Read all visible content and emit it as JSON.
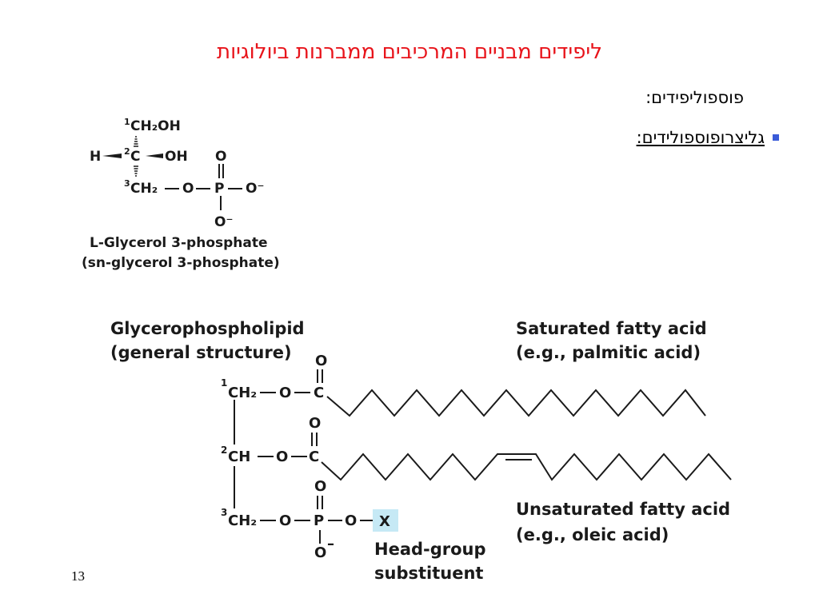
{
  "slide": {
    "title": "ליפידים מבניים המרכיבים ממברנות ביולוגיות",
    "heading": "פוספוליפידים:",
    "bullet": "גליצרופוספולידים:",
    "page_number": "13"
  },
  "glycerol_phosphate": {
    "c1_num": "1",
    "c1": "CH₂OH",
    "h": "H",
    "c2_num": "2",
    "c2": "C",
    "oh": "OH",
    "c3_num": "3",
    "c3": "CH₂",
    "o_link": "O",
    "p": "P",
    "o_minus_right": "O⁻",
    "o_top": "O",
    "o_bottom": "O⁻",
    "name_line1": "L-Glycerol 3-phosphate",
    "name_line2": "(sn-glycerol 3-phosphate)"
  },
  "glycerophospholipid": {
    "label_line1": "Glycerophospholipid",
    "label_line2": "(general structure)",
    "saturated_line1": "Saturated fatty acid",
    "saturated_line2": "(e.g., palmitic acid)",
    "unsaturated_line1": "Unsaturated fatty acid",
    "unsaturated_line2": "(e.g., oleic acid)",
    "headgroup_line1": "Head-group",
    "headgroup_line2": "substituent",
    "row1": {
      "num": "1",
      "ch": "CH₂",
      "o": "O",
      "c": "C",
      "o_top": "O"
    },
    "row2": {
      "num": "2",
      "ch": "CH",
      "o": "O",
      "c": "C",
      "o_top": "O"
    },
    "row3": {
      "num": "3",
      "ch": "CH₂",
      "o": "O",
      "p": "P",
      "o2": "O",
      "x": "X",
      "o_top": "O",
      "o_bottom": "O",
      "minus": "–"
    },
    "x_box_color": "#c6e9f5"
  }
}
